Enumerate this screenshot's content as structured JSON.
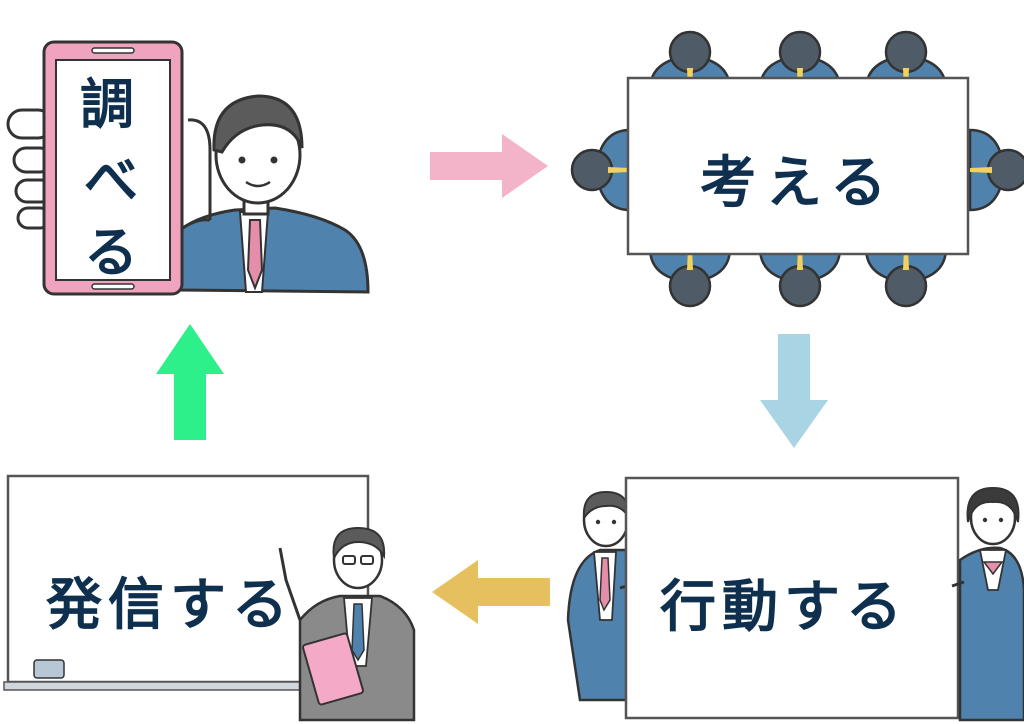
{
  "steps": {
    "research": {
      "char1": "調",
      "char2": "べ",
      "char3": "る"
    },
    "think": {
      "label": "考える"
    },
    "act": {
      "label": "行動する"
    },
    "share": {
      "label": "発信する"
    }
  },
  "arrows": {
    "research_to_think": {
      "color": "#f3b3c8",
      "direction": "right"
    },
    "think_to_act": {
      "color": "#a9d4e4",
      "direction": "down"
    },
    "act_to_share": {
      "color": "#e6c05e",
      "direction": "left"
    },
    "share_to_research": {
      "color": "#2ef08a",
      "direction": "up"
    }
  },
  "colors": {
    "text": "#0f2f4f",
    "suit": "#4f82ad",
    "line": "#3a3a3a",
    "phone_frame": "#f0a3bf",
    "tie": "#e58ea9"
  }
}
